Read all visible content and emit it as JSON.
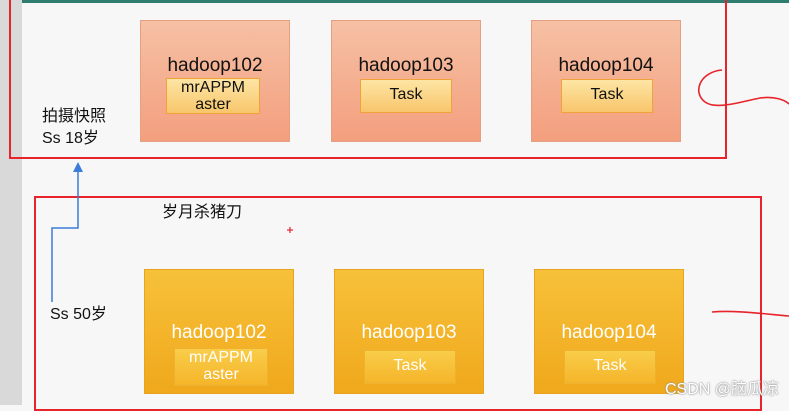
{
  "top_group": {
    "caption_line1": "拍摄快照",
    "caption_line2": "Ss 18岁",
    "nodes": [
      {
        "title": "hadoop102",
        "role_line1": "mrAPPM",
        "role_line2": "aster"
      },
      {
        "title": "hadoop103",
        "role": "Task"
      },
      {
        "title": "hadoop104",
        "role": "Task"
      }
    ]
  },
  "bottom_group": {
    "heading": "岁月杀猪刀",
    "caption": "Ss 50岁",
    "nodes": [
      {
        "title": "hadoop102",
        "role_line1": "mrAPPM",
        "role_line2": "aster"
      },
      {
        "title": "hadoop103",
        "role": "Task"
      },
      {
        "title": "hadoop104",
        "role": "Task"
      }
    ]
  },
  "watermark": "CSDN @脑瓜凉",
  "colors": {
    "frame": "#e8232b",
    "top_node_fill": "#f4a98a",
    "bottom_node_fill": "#f4b42a",
    "arrow": "#3b7dd8"
  }
}
